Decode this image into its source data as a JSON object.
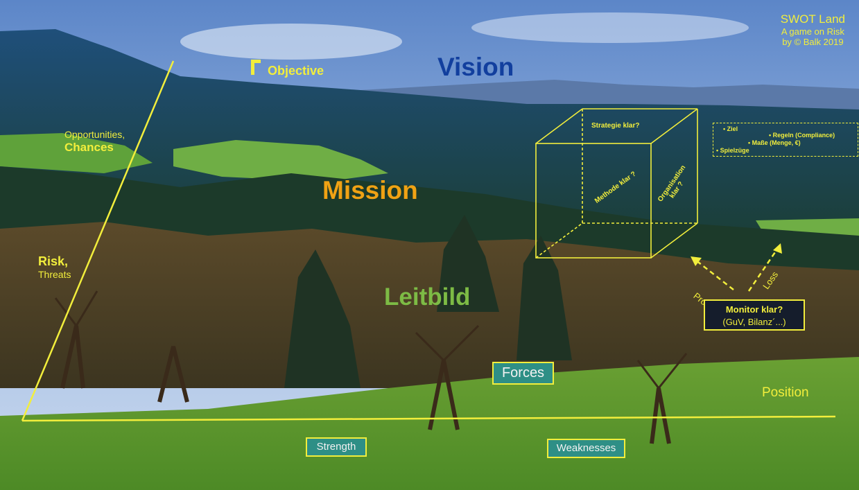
{
  "credit": {
    "title": "SWOT Land",
    "line1": "A game on Risk",
    "line2": "by © Balk 2019"
  },
  "levels": {
    "vision": "Vision",
    "objective": "Objective",
    "mission": "Mission",
    "leitbild": "Leitbild"
  },
  "triangle": {
    "opportunities": "Opportunities,",
    "chances": "Chances",
    "risk": "Risk,",
    "threats": "Threats"
  },
  "cube": {
    "strategie": "Strategie klar?",
    "methode": "Methode klar ?",
    "organisation_1": "Organisation",
    "organisation_2": "klar ?"
  },
  "checklist": {
    "ziel": "• Ziel",
    "regeln": "• Regeln (Compliance)",
    "masse": "• Maße (Menge, €)",
    "spielzuege": "• Spielzüge"
  },
  "arrows": {
    "profit": "Profit",
    "loss": "Loss"
  },
  "monitor": {
    "title": "Monitor klar?",
    "subtitle": "(GuV, Bilanz´...)"
  },
  "bottom": {
    "forces": "Forces",
    "position": "Position",
    "strength": "Strength",
    "weaknesses": "Weaknesses"
  },
  "colors": {
    "label_yellow": "#f2ee3c",
    "vision_blue": "#123f9e",
    "mission_orange": "#f0a214",
    "leitbild_green": "#7dbb45",
    "tag_teal": "#2e8f86"
  }
}
